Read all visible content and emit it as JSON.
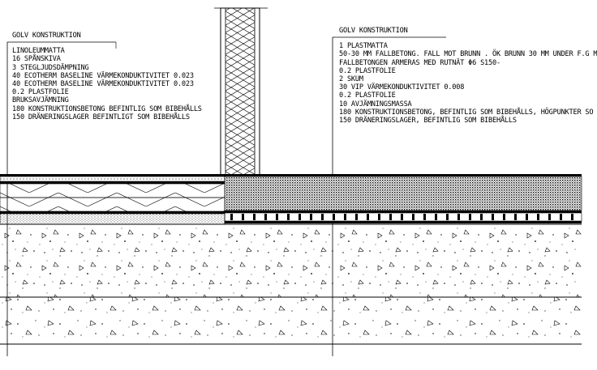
{
  "left_note": {
    "title": "GOLV KONSTRUKTION",
    "layers": [
      "LINOLEUMMATTA",
      "16 SPÅNSKIVA",
      " 3 STEGLJUDSDÄMPNING",
      "40 ECOTHERM BASELINE VÄRMEKONDUKTIVITET   0.023",
      "40 ECOTHERM BASELINE VÄRMEKONDUKTIVITET   0.023",
      "0.2 PLASTFOLIE",
      "BRUKSAVJÄMNING",
      "180 KONSTRUKTIONSBETONG BEFINTLIG SOM BIBEHÅLLS",
      "150 DRÄNERINGSLAGER BEFINTLIGT SOM BIBEHÅLLS"
    ]
  },
  "right_note": {
    "title": "GOLV KONSTRUKTION",
    "layers": [
      "1 PLASTMATTA",
      "50-30 MM FALLBETONG. FALL MOT BRUNN . ÖK BRUNN 30 MM UNDER F.G M",
      "FALLBETONGEN ARMERAS MED RUTNÄT Φ6 s150-",
      "0.2 PLASTFOLIE",
      "2 SKUM",
      "30 VIP VÄRMEKONDUKTIVITET    0.008",
      "0.2 PLASTFOLIE",
      "10 AVJÄMNINGSMASSA",
      "180 KONSTRUKTIONSBETONG, BEFINTLIG SOM BIBEHÅLLS, HÖGPUNKTER SO",
      "150 DRÄNERINGSLAGER, BEFINTLIG SOM BIBEHÅLLS"
    ]
  }
}
